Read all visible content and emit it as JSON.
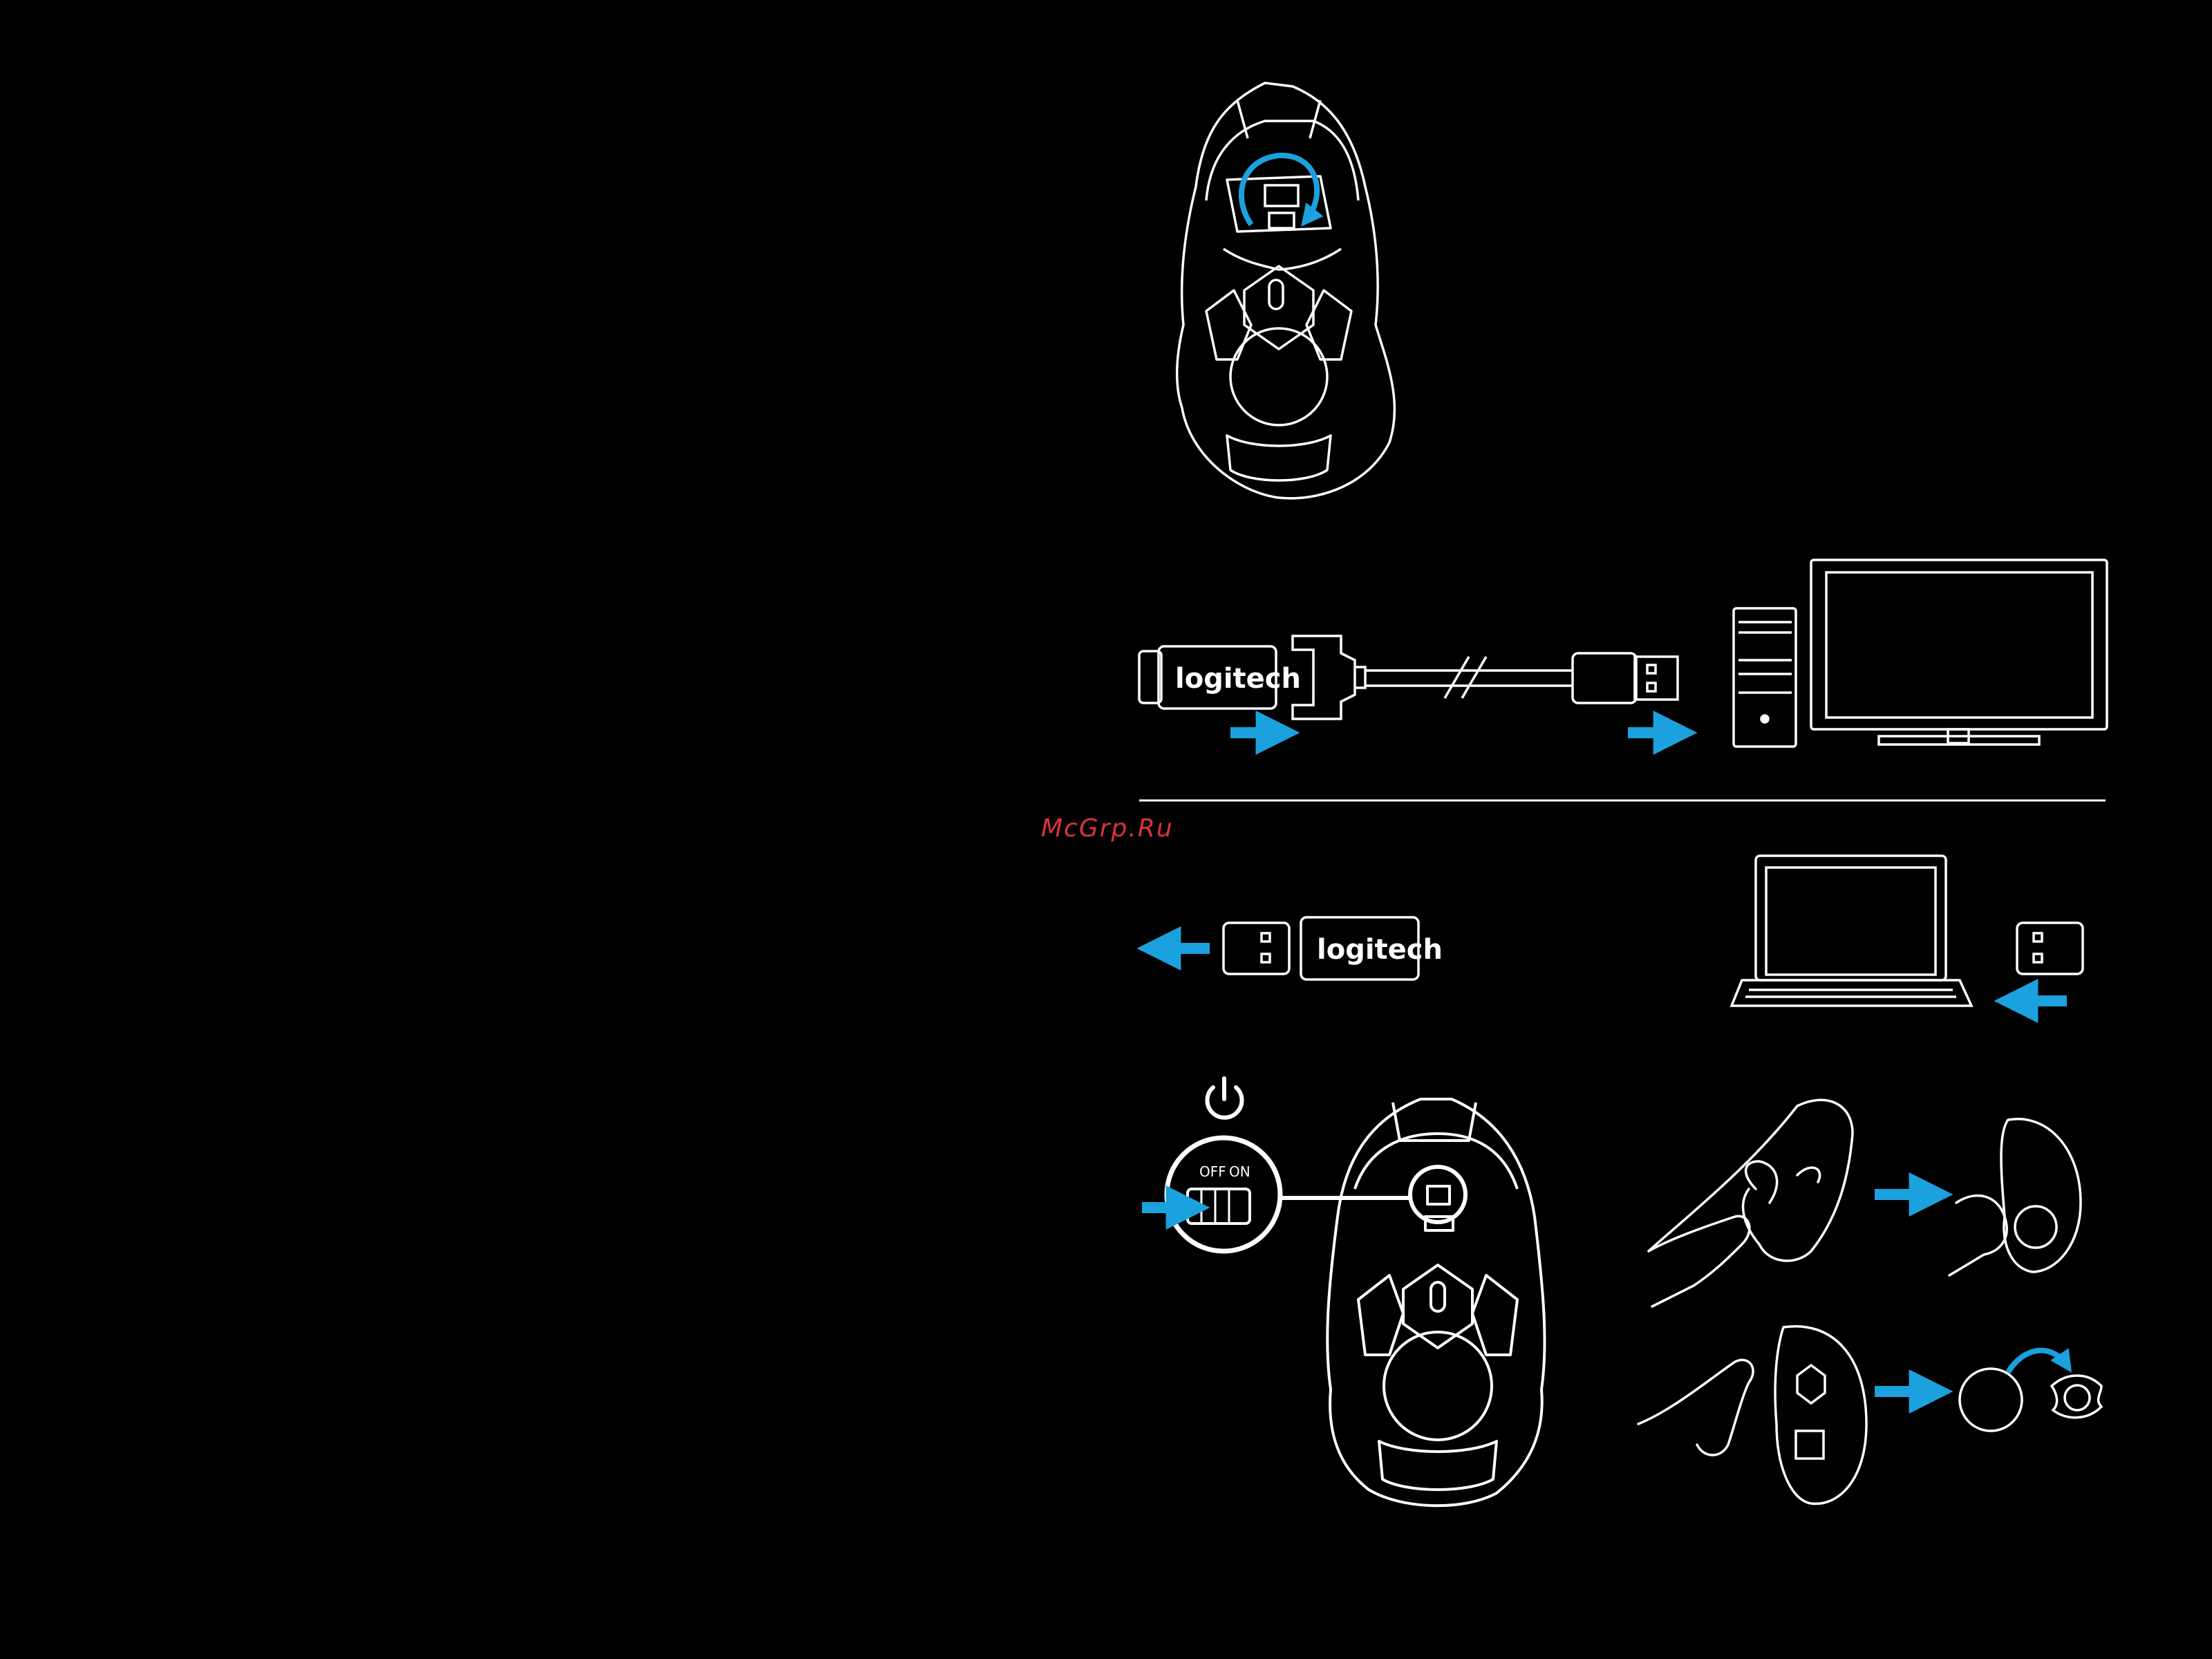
{
  "watermark": "McGrp.Ru",
  "brand": "logitech",
  "switch": {
    "off_label": "OFF",
    "on_label": "ON"
  },
  "colors": {
    "background": "#000000",
    "line": "#ffffff",
    "accent": "#1ba1dd",
    "watermark": "#d8343c"
  }
}
